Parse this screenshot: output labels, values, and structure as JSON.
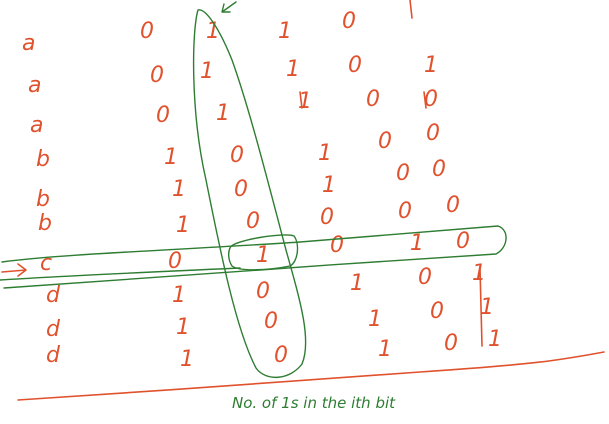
{
  "rows": [
    {
      "label": "a",
      "bits": [
        "0",
        "1",
        "1",
        "0"
      ]
    },
    {
      "label": "a",
      "bits": [
        "0",
        "1",
        "1",
        "0",
        "1"
      ]
    },
    {
      "label": "a",
      "bits": [
        "0",
        "1",
        "1",
        "0",
        "0"
      ]
    },
    {
      "label": "b",
      "bits": [
        "1",
        "0",
        "1",
        "0",
        "0"
      ]
    },
    {
      "label": "b",
      "bits": [
        "1",
        "0",
        "1",
        "0",
        "0"
      ]
    },
    {
      "label": "b",
      "bits": [
        "1",
        "0",
        "0",
        "0",
        "0"
      ]
    },
    {
      "label": "c",
      "bits": [
        "0",
        "1",
        "0",
        "1",
        "0"
      ]
    },
    {
      "label": "d",
      "bits": [
        "1",
        "0",
        "1",
        "0",
        "1"
      ]
    },
    {
      "label": "d",
      "bits": [
        "1",
        "0",
        "1",
        "0",
        "1"
      ]
    },
    {
      "label": "d",
      "bits": [
        "1",
        "0",
        "1",
        "0",
        "1"
      ]
    }
  ],
  "caption": "No. of 1s in the ith bit",
  "colors": {
    "ink": "#e0522d",
    "highlight": "#2e7d32",
    "background": "#ffffff"
  }
}
